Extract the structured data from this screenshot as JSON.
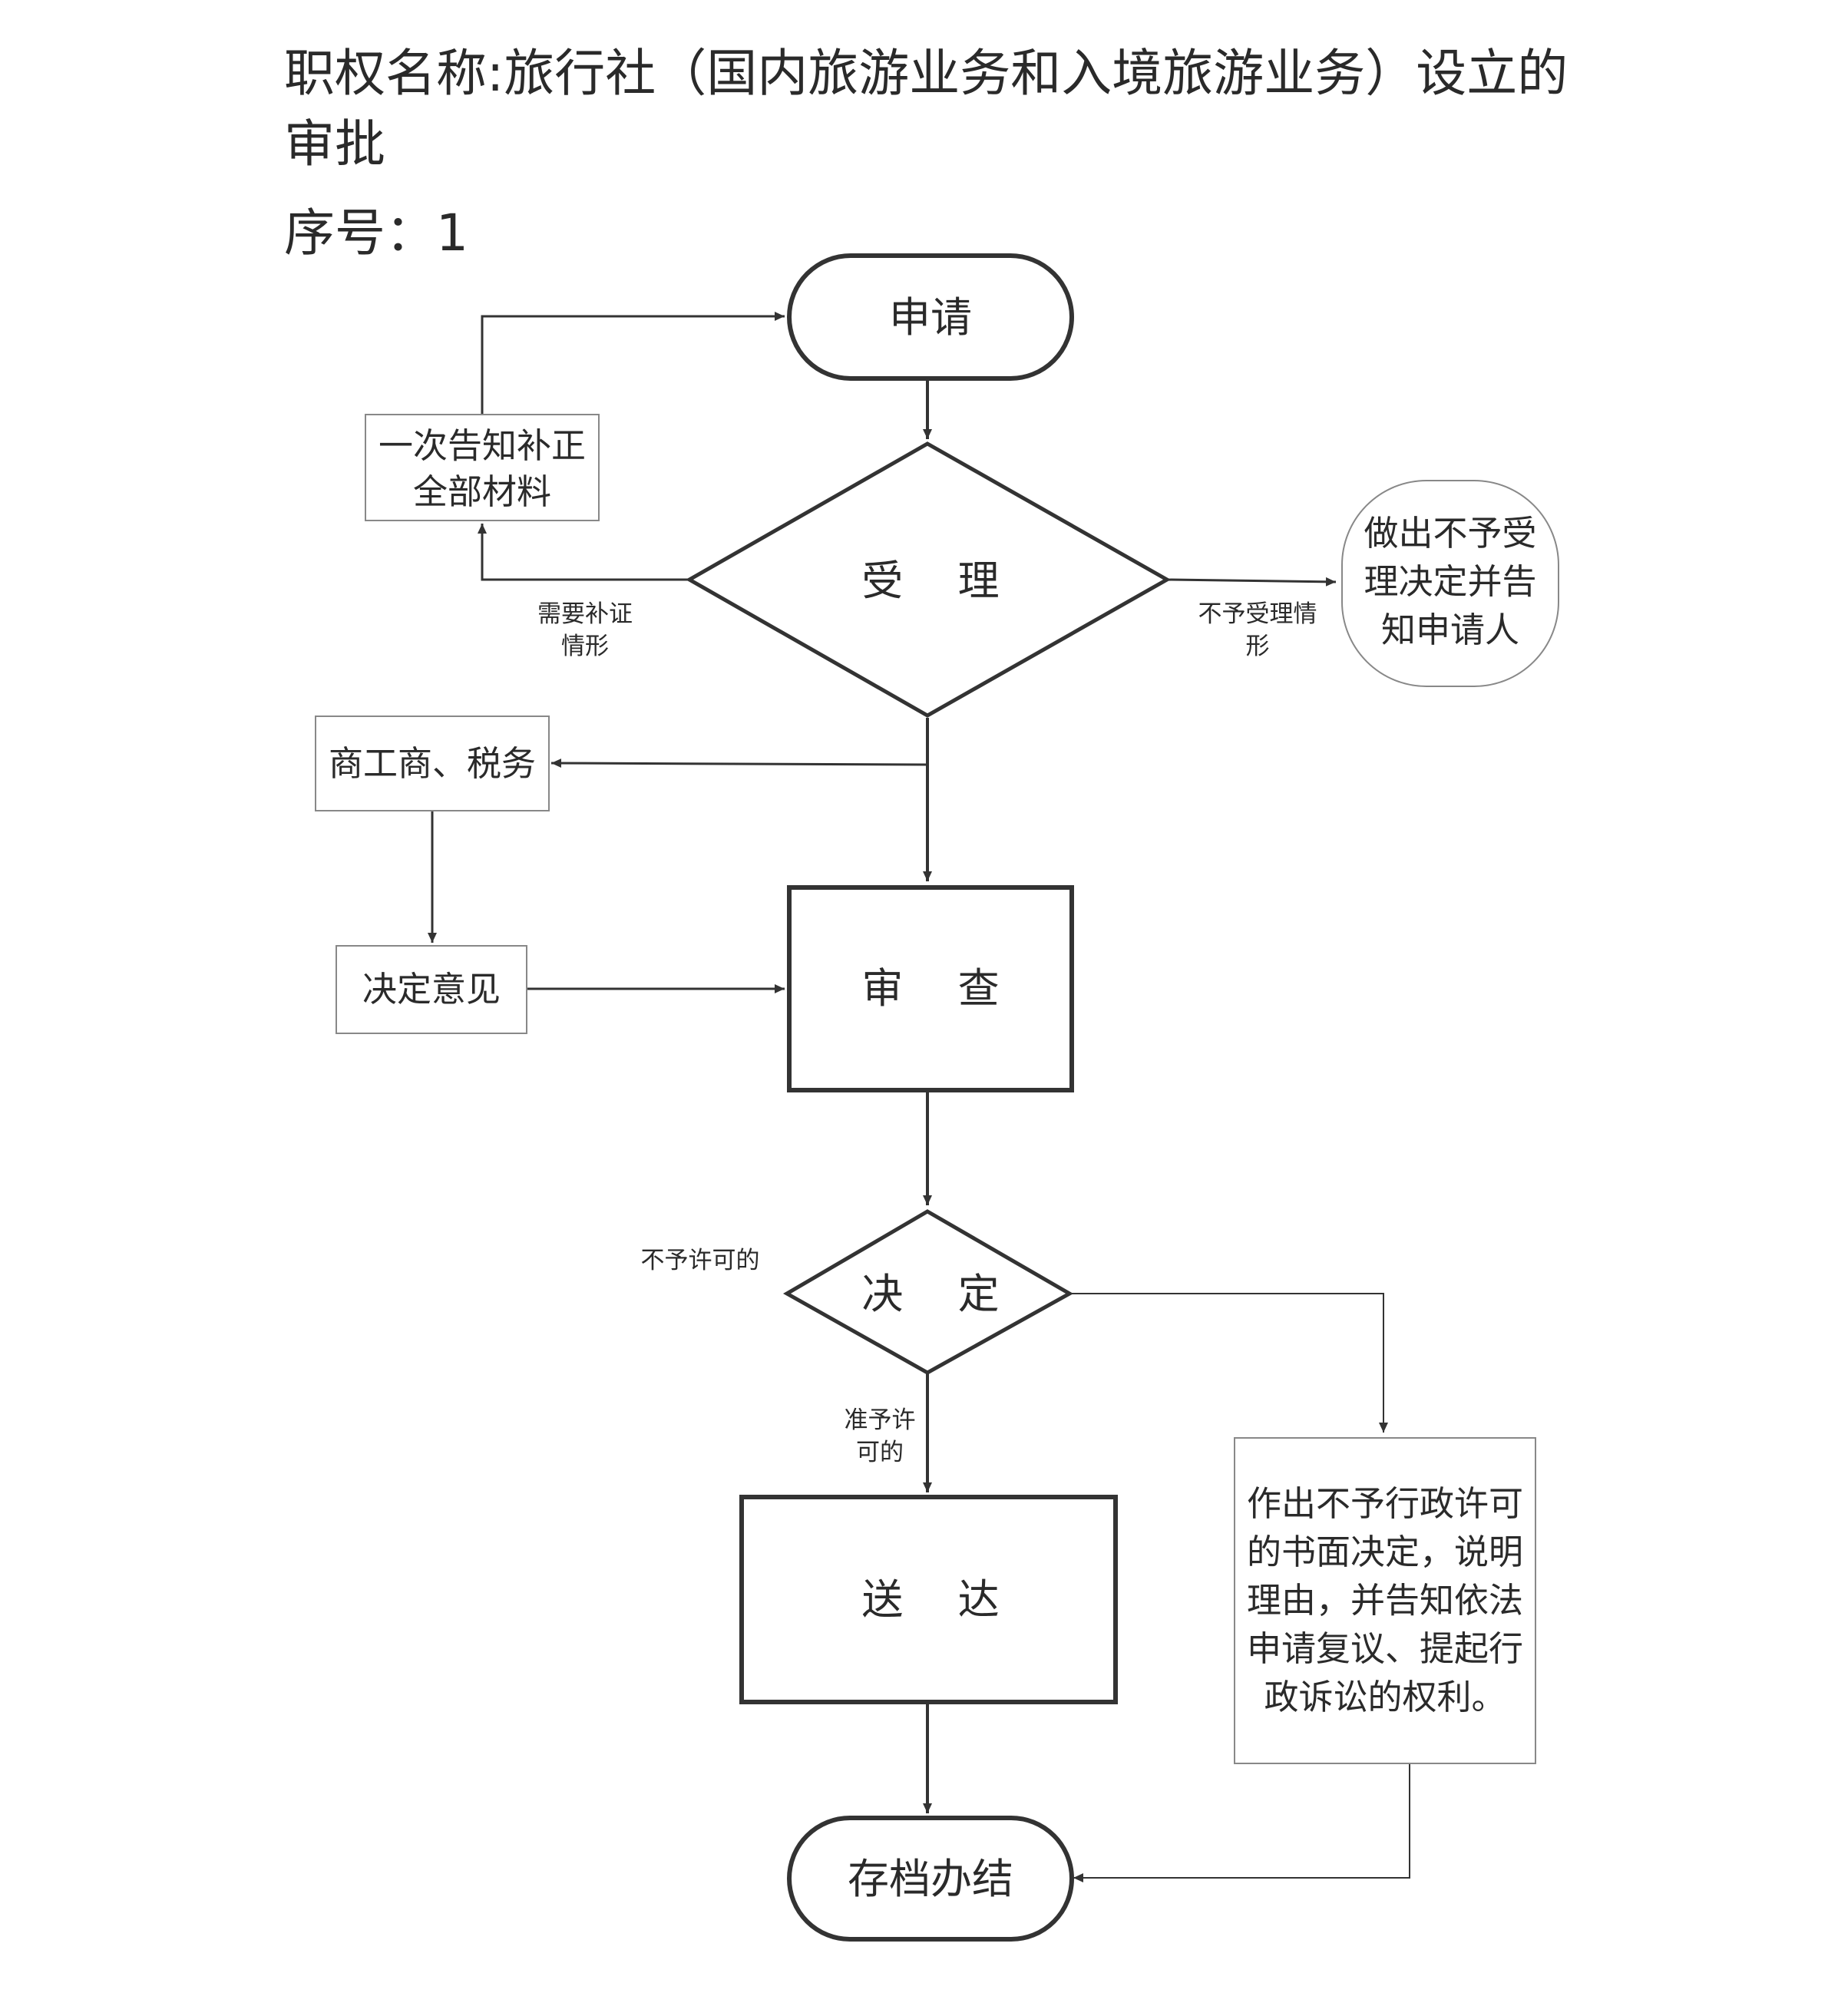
{
  "title": {
    "line1": "职权名称:旅行社（国内旅游业务和入境旅游业务）设立的",
    "line2": "审批",
    "serial": "序号：1"
  },
  "nodes": {
    "apply": "申请",
    "accept": "受　 理",
    "notify_correction": [
      "一次告知补正",
      "全部材料"
    ],
    "reject_notice": [
      "做出不予受",
      "理决定并告",
      "知申请人"
    ],
    "commerce_tax": "商工商、税务",
    "opinion": "决定意见",
    "review": "审　 查",
    "decision": "决　 定",
    "deliver": "送　 达",
    "archive": "存档办结",
    "deny_doc": [
      "作出不予行政许可",
      "的书面决定，说明",
      "理由，并告知依法",
      "申请复议、提起行",
      "政诉讼的权利。"
    ]
  },
  "edge_labels": {
    "need_correction": [
      "需要补证",
      "情形"
    ],
    "not_accept": [
      "不予受理情",
      "形"
    ],
    "deny": "不予许可的",
    "approve": [
      "准予许",
      "可的"
    ]
  }
}
